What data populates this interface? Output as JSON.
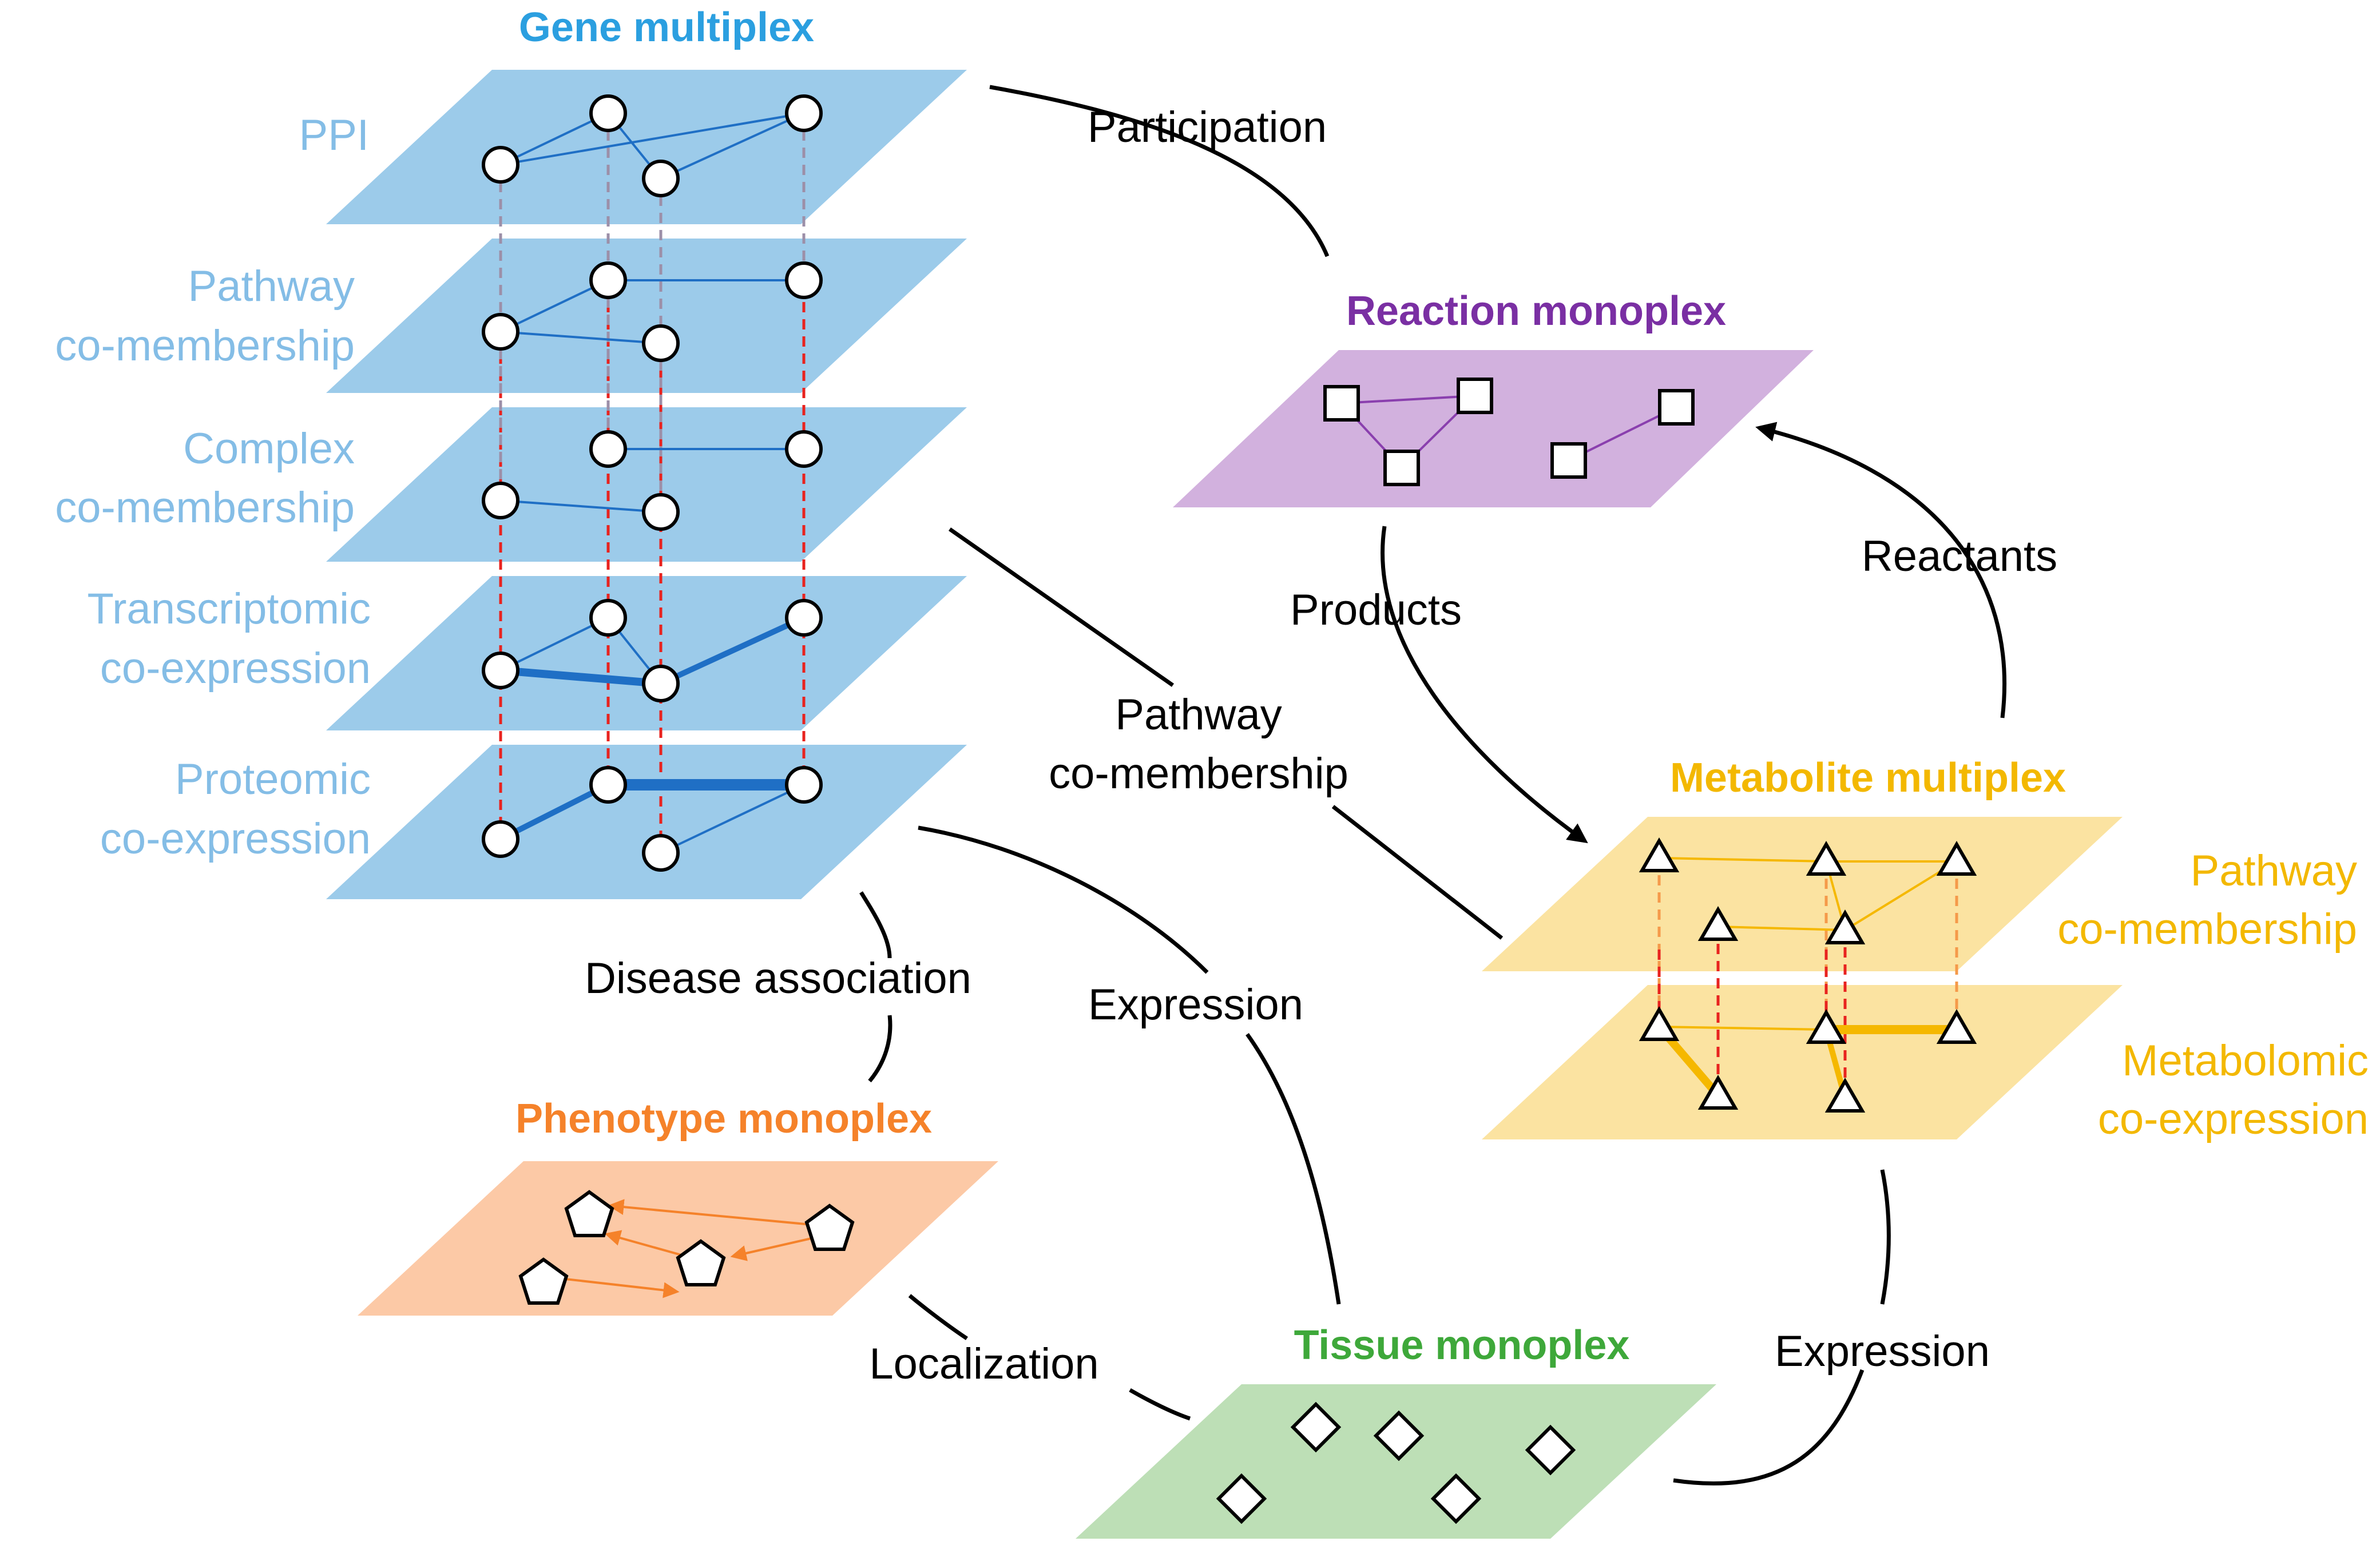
{
  "colors": {
    "gene_plane": "#9ccbea",
    "gene_title": "#2b9fe0",
    "gene_label": "#84bde6",
    "gene_edge": "#1f6fc5",
    "reaction_plane": "#d2b1de",
    "reaction_title": "#7a2fa3",
    "reaction_edge": "#8a3fae",
    "metabolite_plane": "#fbe3a1",
    "metabolite_title": "#f3b800",
    "metabolite_edge": "#f5b800",
    "phenotype_plane": "#fcc9a6",
    "phenotype_title": "#f5822a",
    "phenotype_edge": "#f5822a",
    "tissue_plane": "#bddfb6",
    "tissue_title": "#3ea83a",
    "interlayer_red": "#e8231f",
    "interlayer_grey": "#9c8fa8",
    "interlayer_orange": "#f59a4a"
  },
  "gene_multiplex": {
    "title": "Gene multiplex",
    "layers": [
      {
        "line1": "PPI",
        "line2": ""
      },
      {
        "line1": "Pathway",
        "line2": "co-membership"
      },
      {
        "line1": "Complex",
        "line2": "co-membership"
      },
      {
        "line1": "Transcriptomic",
        "line2": "co-expression"
      },
      {
        "line1": "Proteomic",
        "line2": "co-expression"
      }
    ],
    "node_shape": "circle"
  },
  "reaction_monoplex": {
    "title": "Reaction monoplex",
    "node_shape": "square"
  },
  "metabolite_multiplex": {
    "title": "Metabolite multiplex",
    "layers": [
      {
        "line1": "Pathway",
        "line2": "co-membership"
      },
      {
        "line1": "Metabolomic",
        "line2": "co-expression"
      }
    ],
    "node_shape": "triangle"
  },
  "phenotype_monoplex": {
    "title": "Phenotype monoplex",
    "node_shape": "pentagon"
  },
  "tissue_monoplex": {
    "title": "Tissue monoplex",
    "node_shape": "diamond"
  },
  "bipartite_edges": {
    "participation": "Participation",
    "products": "Products",
    "reactants": "Reactants",
    "pathway_line1": "Pathway",
    "pathway_line2": "co-membership",
    "disease_association": "Disease association",
    "expression_gene": "Expression",
    "expression_metabolite": "Expression",
    "localization": "Localization"
  }
}
